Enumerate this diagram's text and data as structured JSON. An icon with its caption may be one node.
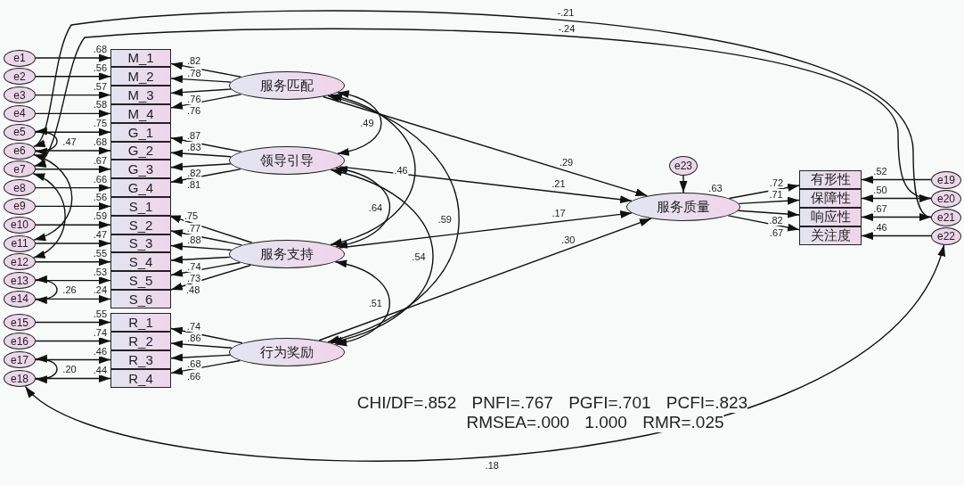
{
  "diagram": {
    "nodes": [
      {
        "text": [
          "e1"
        ]
      },
      {
        "text": [
          "e2"
        ]
      },
      {
        "text": [
          "e3"
        ]
      },
      {
        "text": [
          "e4"
        ]
      },
      {
        "text": [
          "e5"
        ]
      },
      {
        "text": [
          "e6"
        ]
      },
      {
        "text": [
          "e7"
        ]
      },
      {
        "text": [
          "e8"
        ]
      },
      {
        "text": [
          "e9"
        ]
      },
      {
        "text": [
          "e10"
        ]
      },
      {
        "text": [
          "e11"
        ]
      },
      {
        "text": [
          "e12"
        ]
      },
      {
        "text": [
          "e13"
        ]
      },
      {
        "text": [
          "e14"
        ]
      },
      {
        "text": [
          "e15"
        ]
      },
      {
        "text": [
          "e16"
        ]
      },
      {
        "text": [
          "e17"
        ]
      },
      {
        "text": [
          "e18"
        ]
      },
      {
        "text": [
          "M_1"
        ],
        "beside": [
          ".68"
        ]
      },
      {
        "text": [
          "M_2"
        ],
        "beside": [
          ".56"
        ]
      },
      {
        "text": [
          "M_3"
        ],
        "beside": [
          ".57"
        ]
      },
      {
        "text": [
          "M_4"
        ],
        "beside": [
          ".58"
        ]
      },
      {
        "text": [
          "G_1"
        ],
        "beside": [
          ".75"
        ]
      },
      {
        "text": [
          "G_2"
        ],
        "beside": [
          ".68"
        ]
      },
      {
        "text": [
          "G_3"
        ],
        "beside": [
          ".67"
        ]
      },
      {
        "text": [
          "G_4"
        ],
        "beside": [
          ".66"
        ]
      },
      {
        "text": [
          "S_1"
        ],
        "beside": [
          ".56"
        ]
      },
      {
        "text": [
          "S_2"
        ],
        "beside": [
          ".59"
        ]
      },
      {
        "text": [
          "S_3"
        ],
        "beside": [
          ".47"
        ]
      },
      {
        "text": [
          "S_4"
        ],
        "beside": [
          ".55"
        ]
      },
      {
        "text": [
          "S_5"
        ],
        "beside": [
          ".53"
        ]
      },
      {
        "text": [
          "S_6"
        ],
        "beside": [
          ".24"
        ]
      },
      {
        "text": [
          "R_1"
        ],
        "beside": [
          ".55"
        ]
      },
      {
        "text": [
          "R_2"
        ],
        "beside": [
          ".74"
        ]
      },
      {
        "text": [
          "R_3"
        ],
        "beside": [
          ".46"
        ]
      },
      {
        "text": [
          "R_4"
        ],
        "beside": [
          ".44"
        ]
      },
      {
        "text": [
          "服务匹配"
        ]
      },
      {
        "text": [
          "领导引导"
        ]
      },
      {
        "text": [
          "服务支持"
        ]
      },
      {
        "text": [
          "行为奖励"
        ]
      },
      {
        "text": [
          "e23"
        ]
      },
      {
        "text": [
          "服务质量"
        ],
        "beside": [
          ".63"
        ]
      },
      {
        "text": [
          "有形性"
        ],
        "beside": [
          ".52"
        ]
      },
      {
        "text": [
          "保障性"
        ],
        "beside": [
          ".50"
        ]
      },
      {
        "text": [
          "响应性"
        ],
        "beside": [
          ".67"
        ]
      },
      {
        "text": [
          "关注度"
        ],
        "beside": [
          ".46"
        ]
      },
      {
        "text": [
          "e19"
        ]
      },
      {
        "text": [
          "e20"
        ]
      },
      {
        "text": [
          "e21"
        ]
      },
      {
        "text": [
          "e22"
        ]
      }
    ],
    "edges": [
      {
        "from": 0,
        "to": 18,
        "arrow": "to"
      },
      {
        "from": 1,
        "to": 19,
        "arrow": "to"
      },
      {
        "from": 2,
        "to": 20,
        "arrow": "to"
      },
      {
        "from": 3,
        "to": 21,
        "arrow": "to"
      },
      {
        "from": 4,
        "to": 22,
        "arrow": "to"
      },
      {
        "from": 5,
        "to": 23,
        "arrow": "to"
      },
      {
        "from": 6,
        "to": 24,
        "arrow": "to"
      },
      {
        "from": 7,
        "to": 25,
        "arrow": "to"
      },
      {
        "from": 8,
        "to": 26,
        "arrow": "to"
      },
      {
        "from": 9,
        "to": 27,
        "arrow": "to"
      },
      {
        "from": 10,
        "to": 28,
        "arrow": "to"
      },
      {
        "from": 11,
        "to": 29,
        "arrow": "to"
      },
      {
        "from": 12,
        "to": 30,
        "arrow": "to"
      },
      {
        "from": 13,
        "to": 31,
        "arrow": "to"
      },
      {
        "from": 14,
        "to": 32,
        "arrow": "to"
      },
      {
        "from": 15,
        "to": 33,
        "arrow": "to"
      },
      {
        "from": 16,
        "to": 34,
        "arrow": "to"
      },
      {
        "from": 17,
        "to": 35,
        "arrow": "to"
      },
      {
        "from": 36,
        "to": 18,
        "arrow": "to",
        "label": ".82"
      },
      {
        "from": 36,
        "to": 19,
        "arrow": "to",
        "label": ".78"
      },
      {
        "from": 36,
        "to": 20,
        "arrow": "to",
        "label": ".76"
      },
      {
        "from": 36,
        "to": 21,
        "arrow": "to",
        "label": ".76"
      },
      {
        "from": 37,
        "to": 22,
        "arrow": "to",
        "label": ".87"
      },
      {
        "from": 37,
        "to": 23,
        "arrow": "to",
        "label": ".83"
      },
      {
        "from": 37,
        "to": 24,
        "arrow": "to",
        "label": ".82"
      },
      {
        "from": 37,
        "to": 25,
        "arrow": "to",
        "label": ".81"
      },
      {
        "from": 38,
        "to": 26,
        "arrow": "to",
        "label": ".75"
      },
      {
        "from": 38,
        "to": 27,
        "arrow": "to",
        "label": ".77"
      },
      {
        "from": 38,
        "to": 28,
        "arrow": "to",
        "label": ".88"
      },
      {
        "from": 38,
        "to": 29,
        "arrow": "to",
        "label": ".74"
      },
      {
        "from": 38,
        "to": 30,
        "arrow": "to",
        "label": ".73"
      },
      {
        "from": 38,
        "to": 31,
        "arrow": "to",
        "label": ".48"
      },
      {
        "from": 39,
        "to": 32,
        "arrow": "to",
        "label": ".74"
      },
      {
        "from": 39,
        "to": 33,
        "arrow": "to",
        "label": ".86"
      },
      {
        "from": 39,
        "to": 34,
        "arrow": "to",
        "label": ".68"
      },
      {
        "from": 39,
        "to": 35,
        "arrow": "to",
        "label": ".66"
      },
      {
        "from": 36,
        "to": 37,
        "arrow": "both",
        "label": ".49"
      },
      {
        "from": 36,
        "to": 38,
        "arrow": "both",
        "label": ".46"
      },
      {
        "from": 36,
        "to": 39,
        "arrow": "both",
        "label": ".59"
      },
      {
        "from": 37,
        "to": 38,
        "arrow": "both",
        "label": ".64"
      },
      {
        "from": 37,
        "to": 39,
        "arrow": "both",
        "label": ".54"
      },
      {
        "from": 38,
        "to": 39,
        "arrow": "both",
        "label": ".51"
      },
      {
        "from": 36,
        "to": 41,
        "arrow": "to",
        "label": ".29"
      },
      {
        "from": 37,
        "to": 41,
        "arrow": "to",
        "label": ".21"
      },
      {
        "from": 38,
        "to": 41,
        "arrow": "to",
        "label": ".17"
      },
      {
        "from": 39,
        "to": 41,
        "arrow": "to",
        "label": ".30"
      },
      {
        "from": 40,
        "to": 41,
        "arrow": "to"
      },
      {
        "from": 41,
        "to": 42,
        "arrow": "to",
        "label": ".72"
      },
      {
        "from": 41,
        "to": 43,
        "arrow": "to",
        "label": ".71"
      },
      {
        "from": 41,
        "to": 44,
        "arrow": "to",
        "label": ".82"
      },
      {
        "from": 41,
        "to": 45,
        "arrow": "to",
        "label": ".67"
      },
      {
        "from": 46,
        "to": 42,
        "arrow": "to"
      },
      {
        "from": 47,
        "to": 43,
        "arrow": "to"
      },
      {
        "from": 48,
        "to": 44,
        "arrow": "to"
      },
      {
        "from": 49,
        "to": 45,
        "arrow": "to"
      },
      {
        "from": 4,
        "to": 5,
        "arrow": "both",
        "label": ".47"
      },
      {
        "from": 12,
        "to": 13,
        "arrow": "both",
        "label": ".26"
      },
      {
        "from": 16,
        "to": 17,
        "arrow": "both",
        "label": ".20"
      },
      {
        "from": 5,
        "to": 10,
        "arrow": "both"
      },
      {
        "from": 6,
        "to": 11,
        "arrow": "both"
      },
      {
        "from": 5,
        "to": 48,
        "arrow": "both",
        "label": "-.21"
      },
      {
        "from": 6,
        "to": 47,
        "arrow": "both",
        "label": "-.24"
      },
      {
        "from": 17,
        "to": 49,
        "arrow": "both",
        "label": ".18"
      }
    ],
    "labels": [
      "CHI/DF=.852 PNFI=.767 PGFI=.701 PCFI=.823",
      "RMSEA=.000 1.000 RMR=.025"
    ]
  }
}
